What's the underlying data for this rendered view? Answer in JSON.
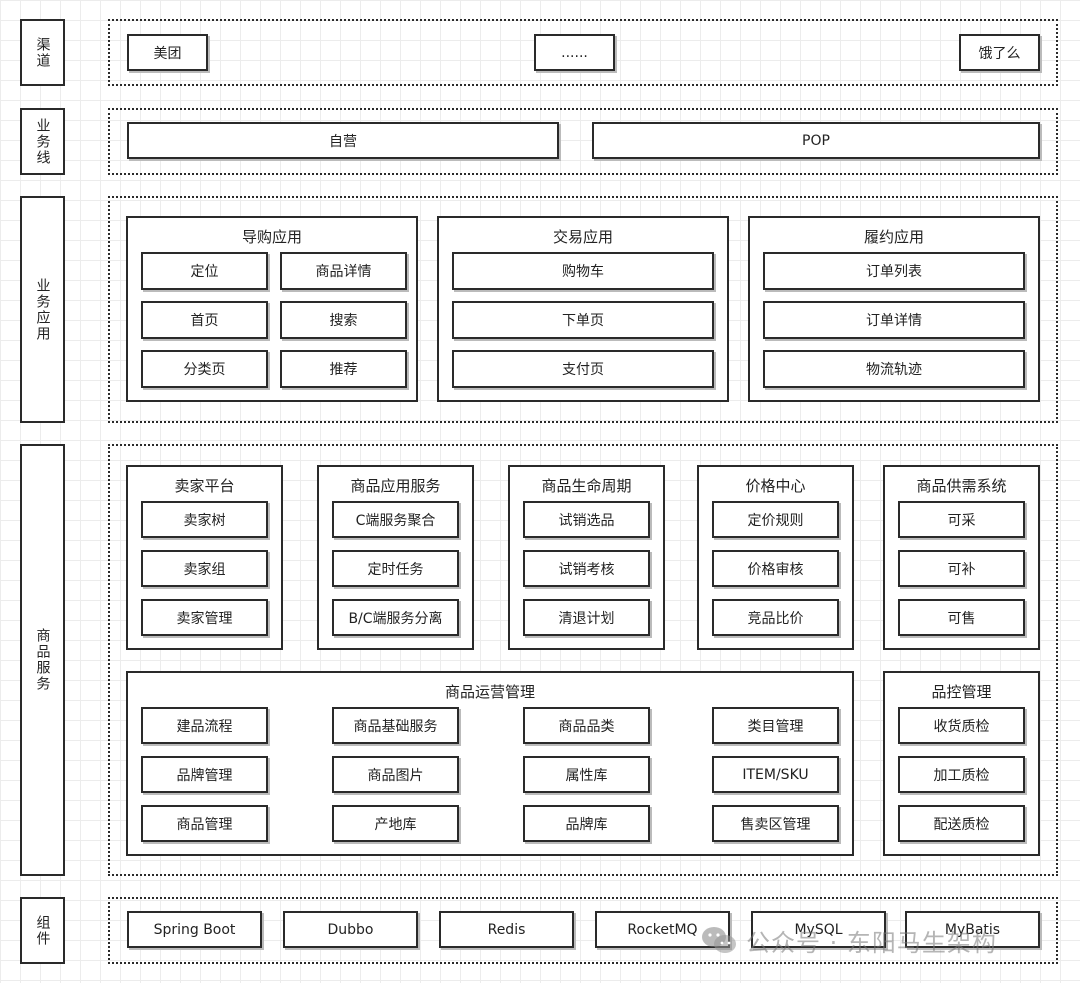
{
  "side_labels": {
    "channel": "渠道",
    "business_line": "业务线",
    "business_app": "业务应用",
    "product_service": "商品服务",
    "component": "组件"
  },
  "channel": {
    "meituan": "美团",
    "more": "......",
    "eleme": "饿了么"
  },
  "business_line": {
    "self": "自营",
    "pop": "POP"
  },
  "apps": {
    "guide": {
      "title": "导购应用",
      "items": [
        "定位",
        "商品详情",
        "首页",
        "搜索",
        "分类页",
        "推荐"
      ]
    },
    "trade": {
      "title": "交易应用",
      "items": [
        "购物车",
        "下单页",
        "支付页"
      ]
    },
    "fulfill": {
      "title": "履约应用",
      "items": [
        "订单列表",
        "订单详情",
        "物流轨迹"
      ]
    }
  },
  "services": {
    "seller": {
      "title": "卖家平台",
      "items": [
        "卖家树",
        "卖家组",
        "卖家管理"
      ]
    },
    "app_service": {
      "title": "商品应用服务",
      "items": [
        "C端服务聚合",
        "定时任务",
        "B/C端服务分离"
      ]
    },
    "lifecycle": {
      "title": "商品生命周期",
      "items": [
        "试销选品",
        "试销考核",
        "清退计划"
      ]
    },
    "price": {
      "title": "价格中心",
      "items": [
        "定价规则",
        "价格审核",
        "竞品比价"
      ]
    },
    "supply": {
      "title": "商品供需系统",
      "items": [
        "可采",
        "可补",
        "可售"
      ]
    },
    "ops": {
      "title": "商品运营管理",
      "items": [
        "建品流程",
        "商品基础服务",
        "商品品类",
        "类目管理",
        "品牌管理",
        "商品图片",
        "属性库",
        "ITEM/SKU",
        "商品管理",
        "产地库",
        "品牌库",
        "售卖区管理"
      ]
    },
    "qc": {
      "title": "品控管理",
      "items": [
        "收货质检",
        "加工质检",
        "配送质检"
      ]
    }
  },
  "components": [
    "Spring Boot",
    "Dubbo",
    "Redis",
    "RocketMQ",
    "MySQL",
    "MyBatis"
  ],
  "watermark": "公众号 · 东阳马生架构"
}
